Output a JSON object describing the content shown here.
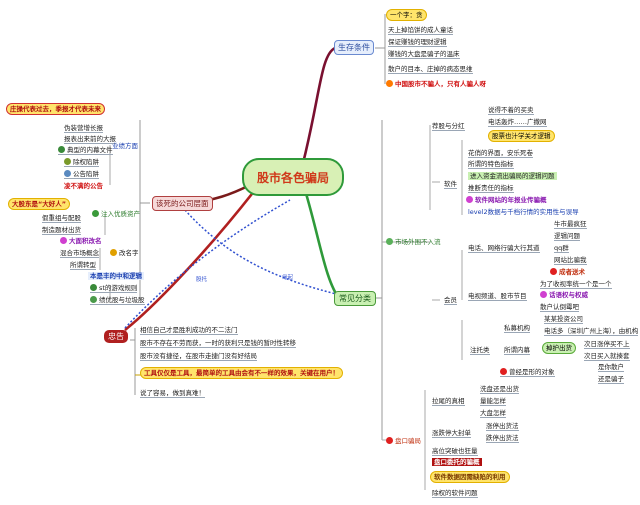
{
  "center": {
    "title": "股市各色骗局"
  },
  "branches": {
    "survival": {
      "label": "生存条件",
      "items": [
        "一个字：贪",
        "天上掉馅饼的成人童话",
        "保证赚钱的理财逻辑",
        "赚钱的大盘是骗子的温床",
        "散户的目本、庄掉的病态思维"
      ],
      "highlight": "中国股市不骗人，只有人骗人呀"
    },
    "dead": {
      "label": "该死的公司层面",
      "quote": "庄操代表过去，季报才代表未来",
      "performance_label": "业绩方面",
      "performance_items": [
        "伪装营增长报",
        "报表出来前的大报",
        "典型的内幕文件",
        "除权陷阱",
        "公告陷阱"
      ],
      "performance_red": "凌不满的公告",
      "shareholder_quote": "大股东是“大好人”",
      "shareholder_label": "注入优质资产",
      "shareholder_items": [
        "假重组与配股",
        "制造题材出货"
      ],
      "concept_red": "大面积改名",
      "concept_items": [
        "混合市场概念",
        "所谓转型"
      ],
      "concept_label": "改名字",
      "tech_label": "本是丰的中和逻辑",
      "tech_items": [
        "st的游戏规则",
        "绩优股与垃圾股"
      ]
    },
    "common": {
      "label": "常见分类",
      "market_label": "市场外围不入流",
      "software_label": "软件",
      "recommend_label": "荐股与分红",
      "recommend_items": [
        "说得不着的买卖",
        "电话轰炸……广撒网"
      ],
      "recommend_note": "股票也汁学关才逻辑",
      "software_items": [
        "花俏的界面，安乐死卷",
        "所谓的特色指标",
        "进入资金流出骗局的逻辑问题",
        "推断责任的指标"
      ],
      "software_red": "软件网站的年报业传骗概",
      "software_blue": "level2数据与千档行情的实用性与误导",
      "member_label": "会员",
      "phone_label": "电话、网络行骗大行其道",
      "phone_items": [
        "牛市最疯狂",
        "逻辑问题",
        "qq群",
        "网站比骗我"
      ],
      "phone_red": "成者送术",
      "tv_label": "电视频道、股市节目",
      "tv_note": "为了收视率统一个是一个",
      "tv_red": "话语权与权威",
      "tv_extra": "散户认倒霉吧",
      "private_label": "私募机构",
      "private_items": [
        "某某投资公司",
        "电话多（深圳广州上海），由机构"
      ],
      "insider_label": "所谓内幕",
      "insider_green": "掉护出货",
      "insider_items": [
        "次日涨停买不上",
        "次日买入就揍套"
      ],
      "fraud_label": "注托类",
      "fraud_red": "曾经是形的对象",
      "fraud_items": [
        "是你散户",
        "还是骗子"
      ],
      "dealer_label": "盘口骗局",
      "pullback_label": "拉尾的真相",
      "pullback_items": [
        "洗盘还是出货",
        "量能怎样",
        "大盘怎样"
      ],
      "limit_label": "涨跌停大封单",
      "limit_items": [
        "涨停出货法",
        "跌停出货法"
      ],
      "limit_extra": "高位突破也狂量",
      "limit_red": "盘口委托的骗概",
      "software2_yellow": "软件数据因需缺陷的利用",
      "software2_tail": "除权的软件问题"
    },
    "advice": {
      "label": "忠告",
      "items": [
        "相信自己才是胜利成功的不二法门",
        "股市不存在不劳而获，一时的获利只是钱的暂时性转移",
        "股市没有捷径，在股市走捷门没有好结局"
      ],
      "highlight": "工具仅仅是工具，最简单的工具由会有不一样的效果，关键在用户！",
      "tail": "说了容易，做到真难！"
    },
    "links": {
      "left": "股托",
      "right": "缘起"
    }
  },
  "colors": {
    "center_fill": "#d8f0b5",
    "center_text": "#d03a1a",
    "survival": "#8b1a4a",
    "dead": "#7a1a1a",
    "common": "#2f9a3a",
    "advice": "#b02020"
  }
}
